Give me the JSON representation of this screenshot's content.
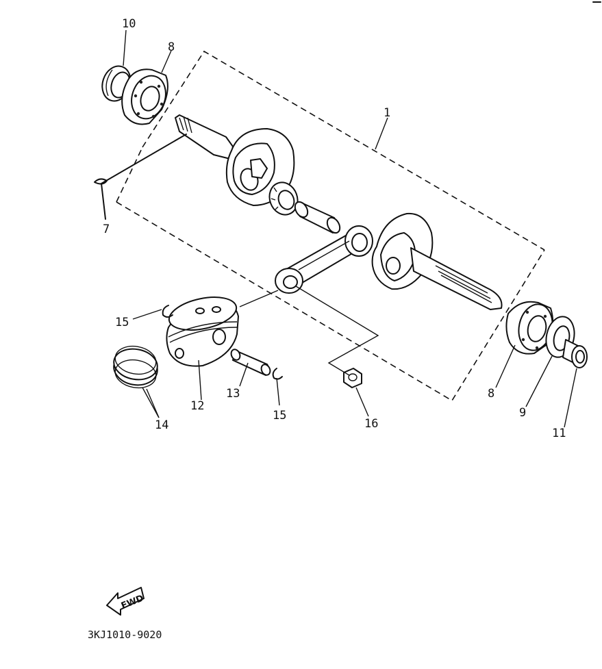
{
  "diagram": {
    "callouts": {
      "c1": "1",
      "c7": "7",
      "c8a": "8",
      "c8b": "8",
      "c9": "9",
      "c10": "10",
      "c11": "11",
      "c12": "12",
      "c13": "13",
      "c14": "14",
      "c15a": "15",
      "c15b": "15",
      "c16": "16"
    },
    "fwd_label": "FWD",
    "drawing_code": "3KJ1010-9020"
  }
}
